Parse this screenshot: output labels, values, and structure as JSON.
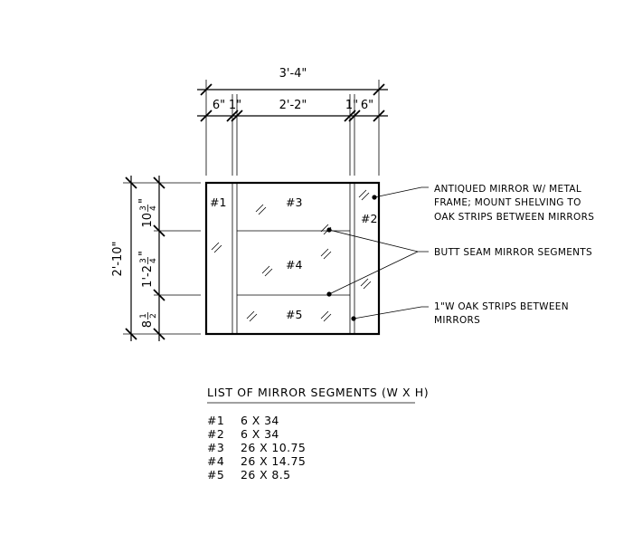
{
  "dimensions": {
    "overall_width": "3'-4\"",
    "left_side": "6\"",
    "center": "2'-2\"",
    "right_side": "6\"",
    "strip_left": "1\"",
    "strip_right": "1\"",
    "overall_height": "2'-10\"",
    "seg3_height_whole": "10",
    "seg3_height_frac_num": "3",
    "seg3_height_frac_den": "4",
    "seg3_height_unit": "\"",
    "seg4_height_whole": "1'-2",
    "seg4_height_frac_num": "3",
    "seg4_height_frac_den": "4",
    "seg4_height_unit": "\"",
    "seg5_height_whole": "8",
    "seg5_height_frac_num": "1",
    "seg5_height_frac_den": "2"
  },
  "segment_labels": {
    "s1": "#1",
    "s2": "#2",
    "s3": "#3",
    "s4": "#4",
    "s5": "#5"
  },
  "notes": {
    "mirror_line1": "ANTIQUED MIRROR W/ METAL",
    "mirror_line2": "FRAME; MOUNT SHELVING TO",
    "mirror_line3": "OAK STRIPS BETWEEN MIRRORS",
    "butt_seam": "BUTT SEAM MIRROR SEGMENTS",
    "oak_line1": "1\"W OAK STRIPS BETWEEN",
    "oak_line2": "MIRRORS"
  },
  "list": {
    "title": "LIST OF MIRROR SEGMENTS (W X H)",
    "rows": [
      {
        "id": "#1",
        "size": "6 X 34"
      },
      {
        "id": "#2",
        "size": "6 X 34"
      },
      {
        "id": "#3",
        "size": "26 X 10.75"
      },
      {
        "id": "#4",
        "size": "26 X 14.75"
      },
      {
        "id": "#5",
        "size": "26 X 8.5"
      }
    ]
  }
}
